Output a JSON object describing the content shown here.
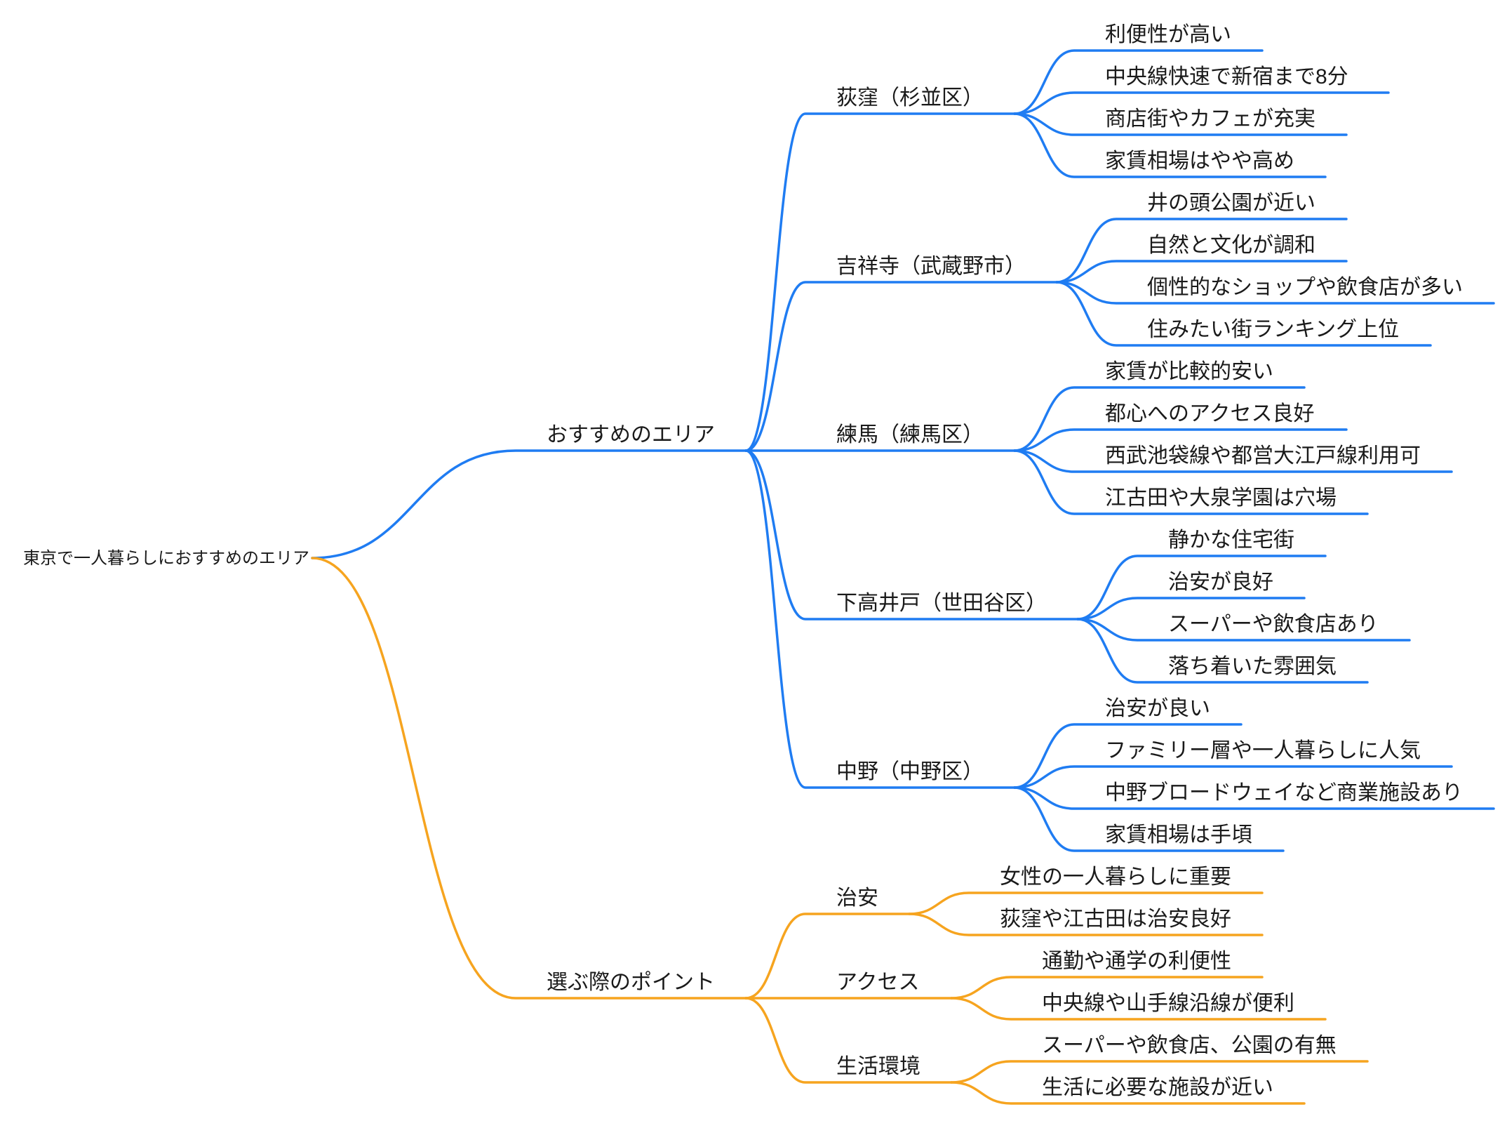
{
  "page": {
    "background": "#ffffff",
    "text_color": "#1a1a1a"
  },
  "colors": {
    "branch_recommended_areas": "#1F7CF2",
    "branch_choosing_points": "#F6A41F"
  },
  "mindmap": {
    "root": {
      "label": "東京で一人暮らしにおすすめのエリア",
      "children": [
        {
          "label": "おすすめのエリア",
          "color": "#1F7CF2",
          "children": [
            {
              "label": "荻窪（杉並区）",
              "children": [
                {
                  "label": "利便性が高い"
                },
                {
                  "label": "中央線快速で新宿まで8分"
                },
                {
                  "label": "商店街やカフェが充実"
                },
                {
                  "label": "家賃相場はやや高め"
                }
              ]
            },
            {
              "label": "吉祥寺（武蔵野市）",
              "children": [
                {
                  "label": "井の頭公園が近い"
                },
                {
                  "label": "自然と文化が調和"
                },
                {
                  "label": "個性的なショップや飲食店が多い"
                },
                {
                  "label": "住みたい街ランキング上位"
                }
              ]
            },
            {
              "label": "練馬（練馬区）",
              "children": [
                {
                  "label": "家賃が比較的安い"
                },
                {
                  "label": "都心へのアクセス良好"
                },
                {
                  "label": "西武池袋線や都営大江戸線利用可"
                },
                {
                  "label": "江古田や大泉学園は穴場"
                }
              ]
            },
            {
              "label": "下高井戸（世田谷区）",
              "children": [
                {
                  "label": "静かな住宅街"
                },
                {
                  "label": "治安が良好"
                },
                {
                  "label": "スーパーや飲食店あり"
                },
                {
                  "label": "落ち着いた雰囲気"
                }
              ]
            },
            {
              "label": "中野（中野区）",
              "children": [
                {
                  "label": "治安が良い"
                },
                {
                  "label": "ファミリー層や一人暮らしに人気"
                },
                {
                  "label": "中野ブロードウェイなど商業施設あり"
                },
                {
                  "label": "家賃相場は手頃"
                }
              ]
            }
          ]
        },
        {
          "label": "選ぶ際のポイント",
          "color": "#F6A41F",
          "children": [
            {
              "label": "治安",
              "children": [
                {
                  "label": "女性の一人暮らしに重要"
                },
                {
                  "label": "荻窪や江古田は治安良好"
                }
              ]
            },
            {
              "label": "アクセス",
              "children": [
                {
                  "label": "通勤や通学の利便性"
                },
                {
                  "label": "中央線や山手線沿線が便利"
                }
              ]
            },
            {
              "label": "生活環境",
              "children": [
                {
                  "label": "スーパーや飲食店、公園の有無"
                },
                {
                  "label": "生活に必要な施設が近い"
                }
              ]
            }
          ]
        }
      ]
    }
  }
}
